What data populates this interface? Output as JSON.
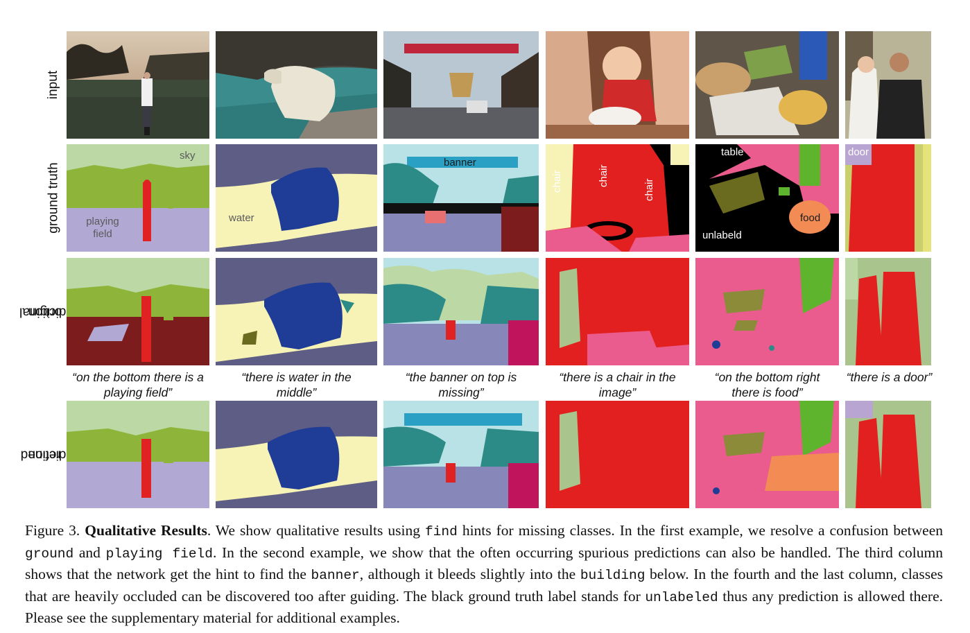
{
  "row_labels": {
    "input": "input",
    "ground_truth": "ground truth",
    "original_prediction": [
      "original",
      "prediction"
    ],
    "refined_prediction": [
      "refined",
      "prediction"
    ]
  },
  "gt_labels": {
    "sky": "sky",
    "playing_field": [
      "playing",
      "field"
    ],
    "water": "water",
    "banner": "banner",
    "chair": "chair",
    "table": "table",
    "food": "food",
    "unlabeld": "unlabeld",
    "door": "door"
  },
  "hints": [
    [
      "“on the bottom there is a",
      "playing field”"
    ],
    [
      "“there is water in the",
      "middle”"
    ],
    [
      "“the banner on top is",
      "missing”"
    ],
    [
      "“there is a chair in the",
      "image”"
    ],
    [
      "“on the bottom right",
      "there is food”"
    ],
    [
      "“there is a door”"
    ]
  ],
  "caption": {
    "figure": "Figure 3.",
    "title": "Qualitative Results",
    "t1": ".  We show qualitative results using ",
    "c_find": "find",
    "t2": " hints for missing classes.  In the first example, we resolve a confusion between ",
    "c_ground": "ground",
    "t3": " and ",
    "c_playing_field": "playing field",
    "t4": ". In the second example, we show that the often occurring spurious predictions can also be handled. The third column shows that the network get the hint to find the ",
    "c_banner": "banner",
    "t5": ", although it bleeds slightly into the ",
    "c_building": "building",
    "t6": " below. In the fourth and the last column, classes that are heavily occluded can be discovered too after guiding. The black ground truth label stands for ",
    "c_unlabeled": "unlabeled",
    "t7": " thus any prediction is allowed there. Please see the supplementary material for additional examples."
  },
  "colors": {
    "sky": "#bcd9a5",
    "vegetation": "#8fb43a",
    "playing_field": "#b2a8d4",
    "person": "#e02222",
    "ground_dark": "#7c1c1c",
    "polar_bear": "#1f3c96",
    "water": "#f7f2b6",
    "rock": "#5d5d85",
    "banner_sky": "#b9e2e6",
    "tree": "#2c8a87",
    "road": "#8887b9",
    "chair": "#e2201f",
    "table": "#ea5b8e",
    "food": "#f28c54",
    "unlabeled": "#000000",
    "door": "#b8a5d1"
  }
}
